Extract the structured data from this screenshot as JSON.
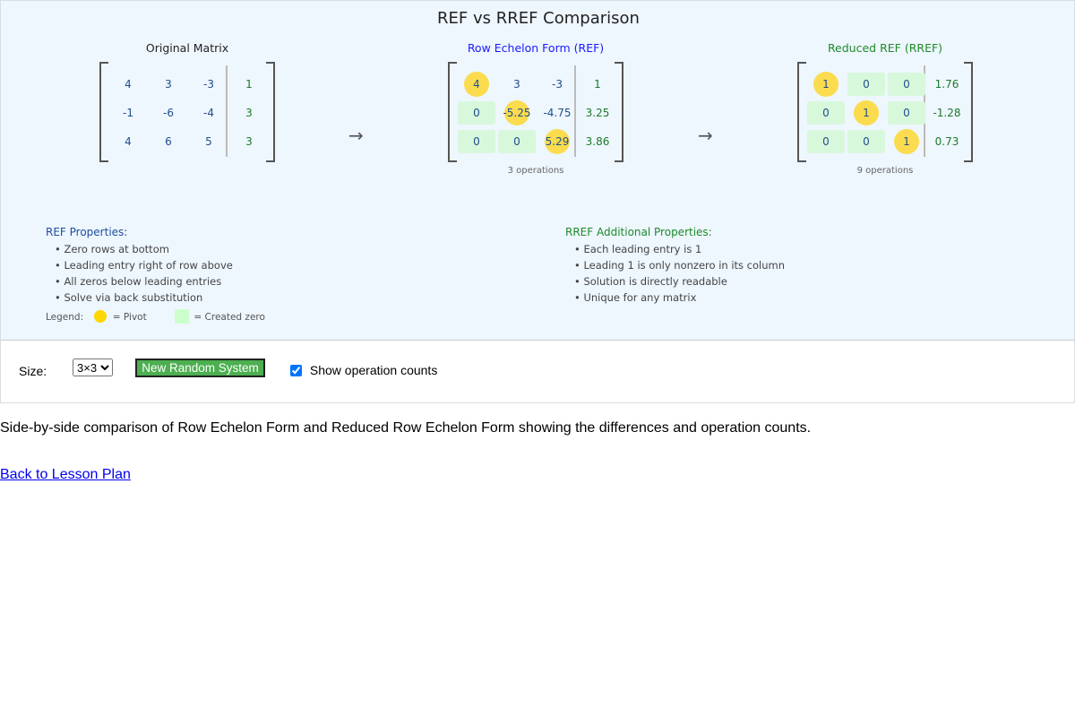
{
  "title": "REF vs RREF Comparison",
  "matrices": [
    {
      "label": "Original Matrix",
      "label_color": "#222222",
      "ops": "",
      "rows": [
        [
          "4",
          "3",
          "-3",
          "1"
        ],
        [
          "-1",
          "-6",
          "-4",
          "3"
        ],
        [
          "4",
          "6",
          "5",
          "3"
        ]
      ],
      "pivots": [],
      "zeros": []
    },
    {
      "label": "Row Echelon Form (REF)",
      "label_color": "#1a1aff",
      "ops": "3 operations",
      "rows": [
        [
          "4",
          "3",
          "-3",
          "1"
        ],
        [
          "0",
          "-5.25",
          "-4.75",
          "3.25"
        ],
        [
          "0",
          "0",
          "5.29",
          "3.86"
        ]
      ],
      "pivots": [
        [
          0,
          0
        ],
        [
          1,
          1
        ],
        [
          2,
          2
        ]
      ],
      "zeros": [
        [
          1,
          0
        ],
        [
          2,
          0
        ],
        [
          2,
          1
        ]
      ]
    },
    {
      "label": "Reduced REF (RREF)",
      "label_color": "#1d8a2a",
      "ops": "9 operations",
      "rows": [
        [
          "1",
          "0",
          "0",
          "1.76"
        ],
        [
          "0",
          "1",
          "0",
          "-1.28"
        ],
        [
          "0",
          "0",
          "1",
          "0.73"
        ]
      ],
      "pivots": [
        [
          0,
          0
        ],
        [
          1,
          1
        ],
        [
          2,
          2
        ]
      ],
      "zeros": [
        [
          0,
          1
        ],
        [
          0,
          2
        ],
        [
          1,
          0
        ],
        [
          1,
          2
        ],
        [
          2,
          0
        ],
        [
          2,
          1
        ]
      ]
    }
  ],
  "arrow": "→",
  "ref_props": {
    "heading": "REF Properties:",
    "items": [
      "• Zero rows at bottom",
      "• Leading entry right of row above",
      "• All zeros below leading entries",
      "• Solve via back substitution"
    ]
  },
  "rref_props": {
    "heading": "RREF Additional Properties:",
    "items": [
      "• Each leading entry is 1",
      "• Leading 1 is only nonzero in its column",
      "• Solution is directly readable",
      "• Unique for any matrix"
    ]
  },
  "legend": {
    "label": "Legend:",
    "pivot": "= Pivot",
    "zero": "= Created zero",
    "pivot_color": "#ffd700",
    "zero_color": "#ccffcc"
  },
  "controls": {
    "size_label": "Size:",
    "size_value": "3×3",
    "button": "New Random System",
    "checkbox_label": "Show operation counts",
    "checkbox_checked": true
  },
  "description": "Side-by-side comparison of Row Echelon Form and Reduced Row Echelon Form showing the differences and operation counts.",
  "back_link": "Back to Lesson Plan"
}
